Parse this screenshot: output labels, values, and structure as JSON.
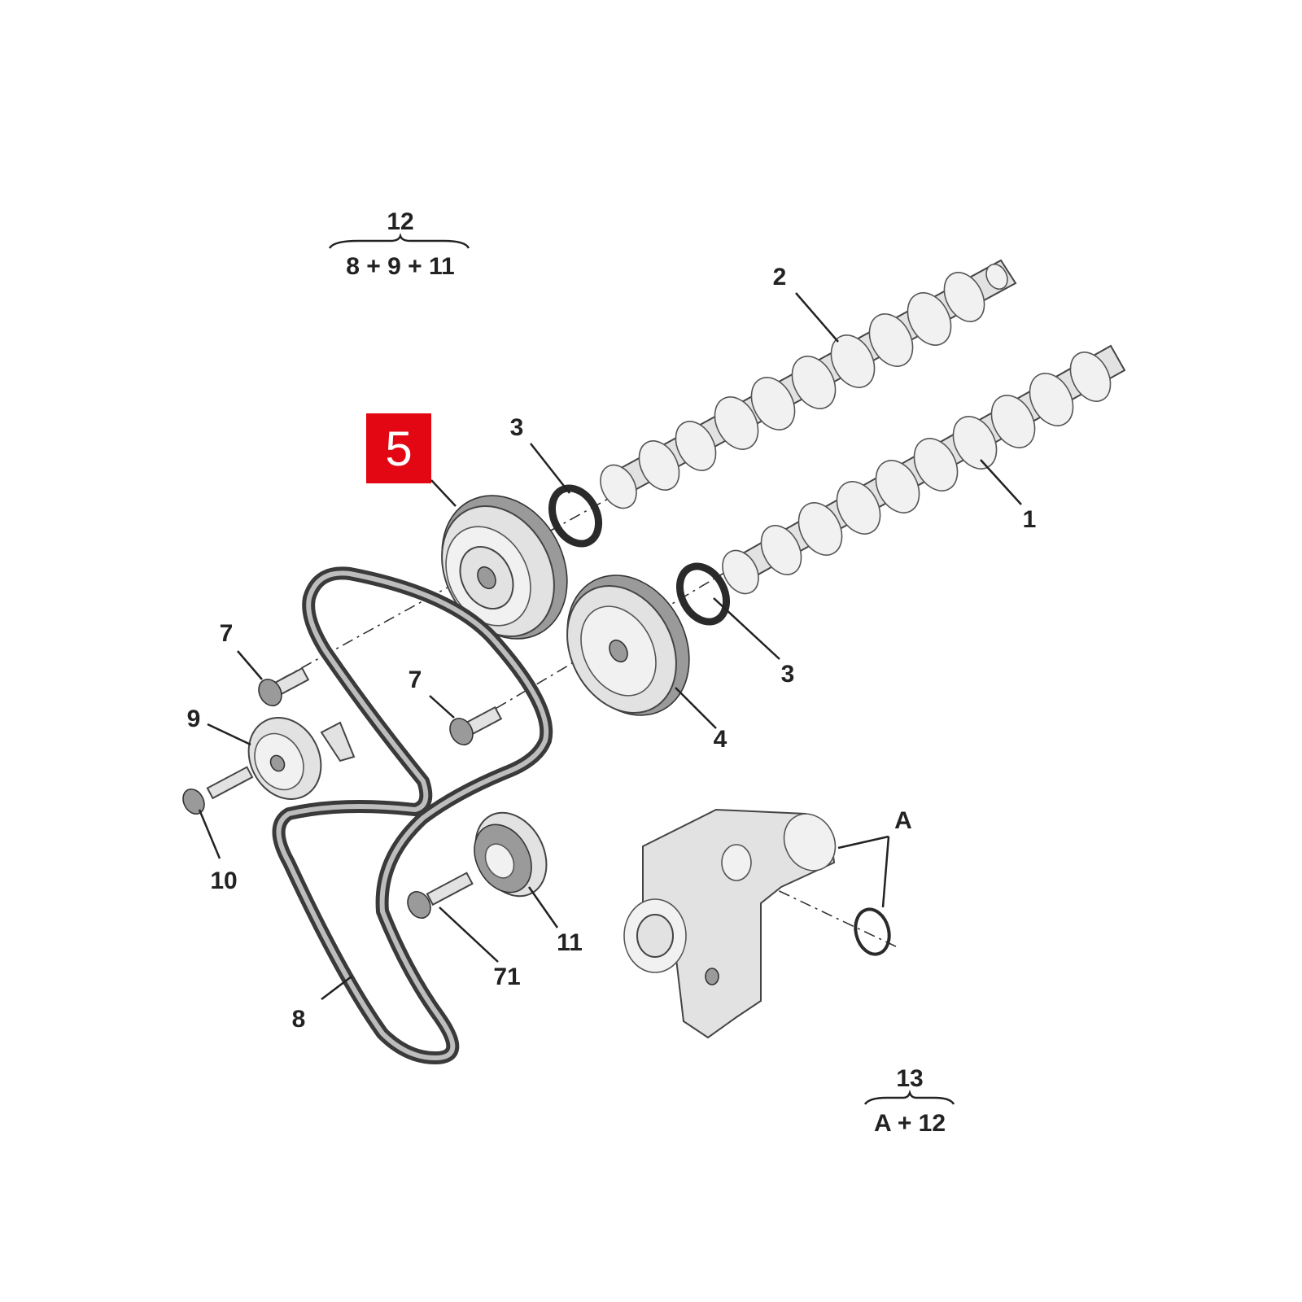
{
  "highlight": {
    "label": "5",
    "color": "#e30613"
  },
  "formulas": {
    "kit_12": {
      "top": "12",
      "bottom": "8 + 9 + 11"
    },
    "kit_13": {
      "top": "13",
      "bottom": "A + 12"
    }
  },
  "callouts": {
    "c1": "1",
    "c2": "2",
    "c3a": "3",
    "c3b": "3",
    "c4": "4",
    "c7a": "7",
    "c7b": "7",
    "c8": "8",
    "c9": "9",
    "c10": "10",
    "c11": "11",
    "c71": "71",
    "cA": "A"
  }
}
